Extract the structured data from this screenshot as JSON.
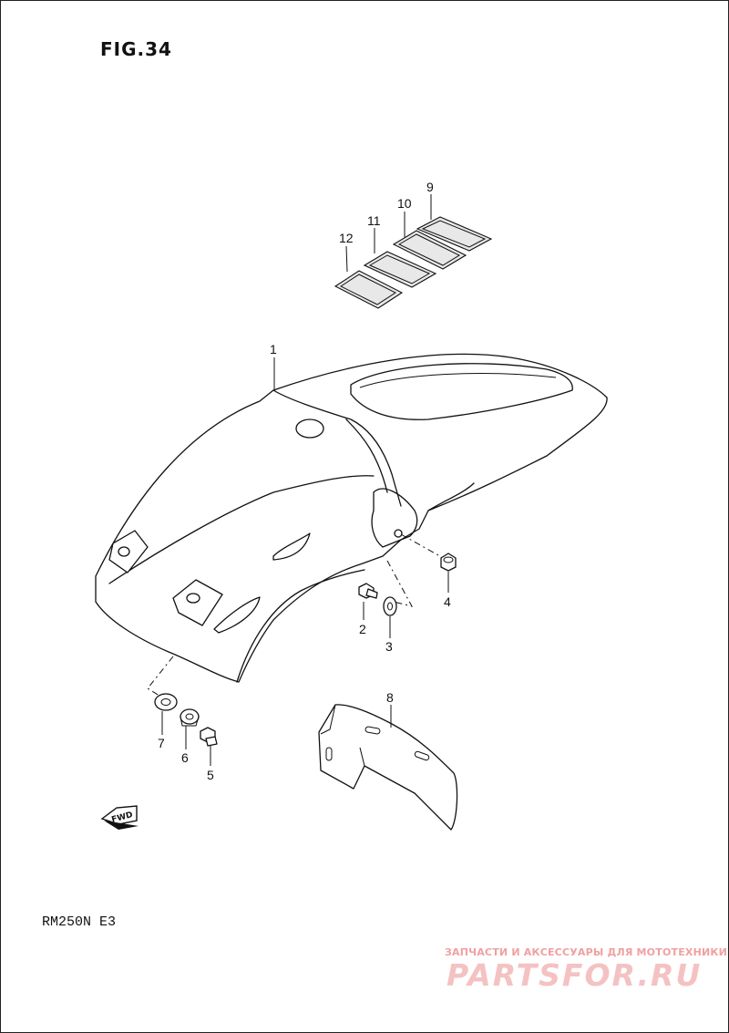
{
  "figure": {
    "title": "FIG.34",
    "model": "RM250N  E3"
  },
  "callouts": [
    "1",
    "2",
    "3",
    "4",
    "5",
    "6",
    "7",
    "8",
    "9",
    "10",
    "11",
    "12"
  ],
  "fwd_arrow": {
    "label": "FWD"
  },
  "watermark": {
    "tagline": "ЗАПЧАСТИ И АКСЕССУАРЫ ДЛЯ МОТОТЕХНИКИ",
    "logo": "PARTSFOR.RU",
    "color": "#f0a0a0"
  }
}
